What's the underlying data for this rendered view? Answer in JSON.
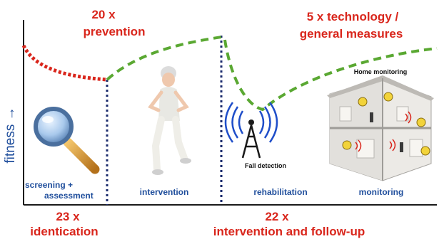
{
  "colors": {
    "red": "#d9261c",
    "green": "#5aa832",
    "blue": "#1f4e9c",
    "navy": "#1a2a6c",
    "axis": "#1a1a1a"
  },
  "axis": {
    "y_label": "fitness →"
  },
  "top": {
    "prevention_count": "20 x",
    "prevention_label": "prevention",
    "tech_line1": "5 x technology /",
    "tech_line2": "general measures"
  },
  "phases": {
    "screening_line1": "screening +",
    "screening_line2": "assessment",
    "intervention": "intervention",
    "rehabilitation": "rehabilitation",
    "monitoring": "monitoring"
  },
  "illustrations": {
    "magnifier_icon": "magnifying-glass-icon",
    "elderly_person": "elderly-woman-figure",
    "antenna_icon": "radio-antenna-icon",
    "fall_detection_caption": "Fall detection",
    "house_icon": "house-cutaway-icon",
    "home_monitoring_caption": "Home monitoring"
  },
  "bottom": {
    "identification_count": "23 x",
    "identification_label": "identication",
    "followup_count": "22 x",
    "followup_label": "intervention and follow-up"
  }
}
